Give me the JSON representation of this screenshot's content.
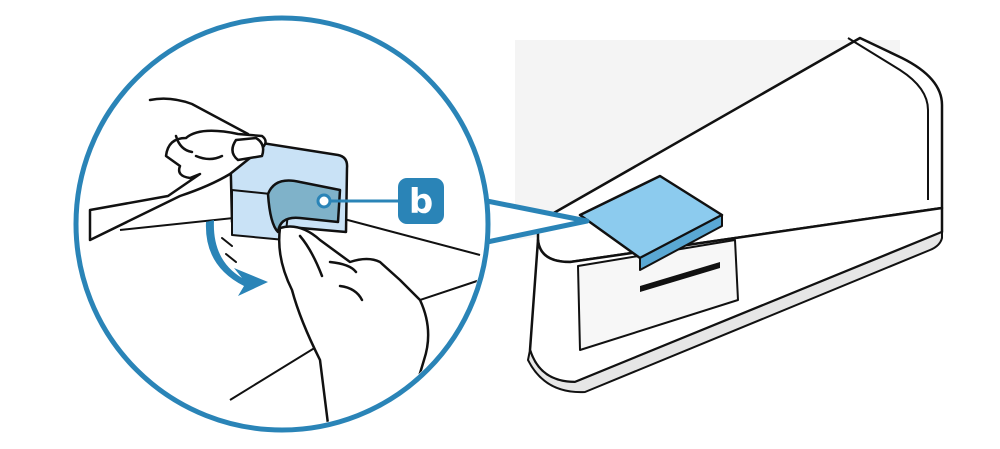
{
  "callout": {
    "label": "b"
  },
  "colors": {
    "accent": "#2a84b7",
    "film_light": "#c9e2f6",
    "film_mid": "#7fc0e6",
    "film_dark": "#4f93b3",
    "outline": "#111111",
    "device_body": "#ffffff",
    "device_shadow": "#e6e6e6"
  },
  "icons": {
    "callout_marker": "label-b-badge",
    "direction_arrow": "curved-arrow-peel-direction",
    "hands": "hands-peeling-film"
  }
}
